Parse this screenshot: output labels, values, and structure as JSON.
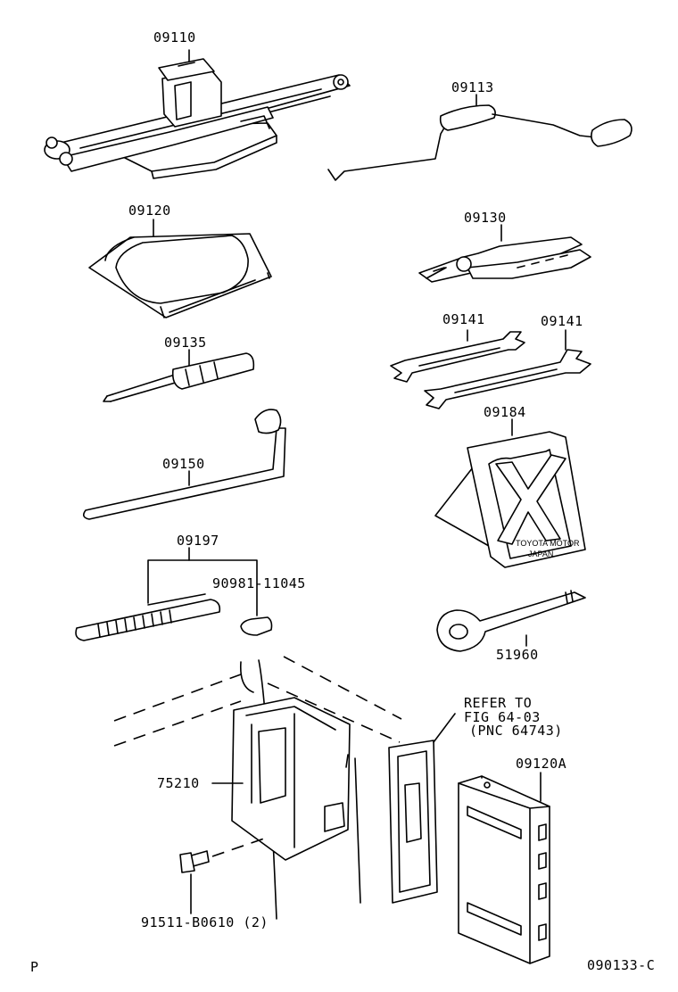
{
  "part_numbers": {
    "jack": "09110",
    "handle": "09113",
    "tool_bag": "09120",
    "pliers": "09130",
    "screwdriver": "09135",
    "wrench_1": "09141",
    "wrench_2": "09141",
    "lug_wrench": "09150",
    "wheel_chock": "09184",
    "gauge_kit": "09197",
    "valve_core": "90981-11045",
    "ring_wrench": "51960",
    "holder": "75210",
    "tool_box": "09120A",
    "bolt": "91511-B0610 (2)"
  },
  "reference_note": {
    "line1": "REFER TO",
    "line2": "FIG 64-03",
    "line3": "(PNC 64743)"
  },
  "chock_stamp": {
    "line1": "TOYOTA MOTOR",
    "line2": "JAPAN"
  },
  "corner_left": "P",
  "figure_code": "090133-C"
}
